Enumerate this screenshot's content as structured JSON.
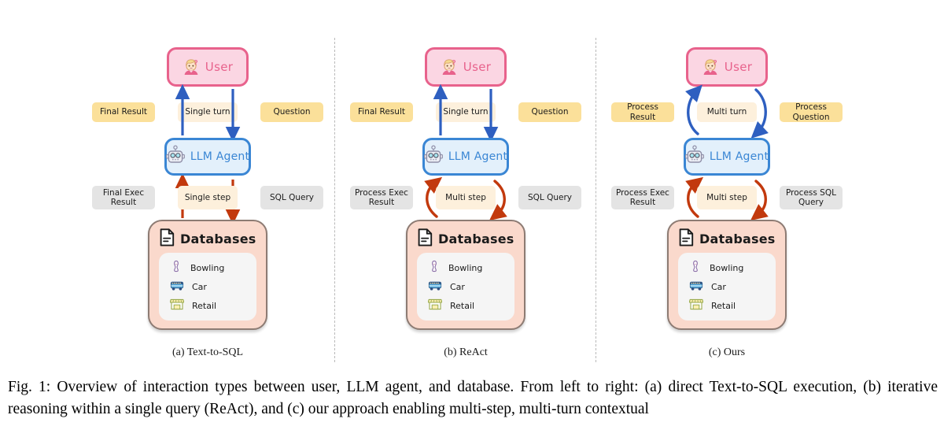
{
  "figure": {
    "caption_prefix": "Fig. 1:",
    "caption_body": "Overview of interaction types between user, LLM agent, and database. From left to right: (a) direct Text-to-SQL execution, (b) iterative reasoning within a single query (ReAct), and (c) our approach enabling multi-step, multi-turn contextual"
  },
  "colors": {
    "user_border": "#e8628c",
    "user_fill": "#fbd6e3",
    "agent_border": "#3a86d4",
    "agent_fill": "#e3f0fb",
    "db_fill": "#fad9cc",
    "db_border": "#8d7b73",
    "chip_yellow": "#fbe09a",
    "chip_cream": "#fdf0dc",
    "chip_gray": "#e4e4e4",
    "arrow_blue": "#2e5fc0",
    "arrow_red": "#c2390d"
  },
  "database": {
    "title": "Databases",
    "items": [
      {
        "label": "Bowling",
        "icon": "bowling-pin-icon"
      },
      {
        "label": "Car",
        "icon": "bus-icon"
      },
      {
        "label": "Retail",
        "icon": "store-icon"
      }
    ]
  },
  "nodes": {
    "user_label": "User",
    "agent_label": "LLM  Agent"
  },
  "panels": [
    {
      "id": "a",
      "caption": "(a) Text-to-SQL",
      "upper": {
        "left_chip": "Final Result",
        "mid_chip": "Single turn",
        "right_chip": "Question",
        "arrow_style": "straight",
        "arrow_color": "blue"
      },
      "lower": {
        "left_chip": "Final Exec Result",
        "mid_chip": "Single step",
        "right_chip": "SQL Query",
        "arrow_style": "straight",
        "arrow_color": "red"
      }
    },
    {
      "id": "b",
      "caption": "(b) ReAct",
      "upper": {
        "left_chip": "Final Result",
        "mid_chip": "Single turn",
        "right_chip": "Question",
        "arrow_style": "straight",
        "arrow_color": "blue"
      },
      "lower": {
        "left_chip": "Process Exec Result",
        "mid_chip": "Multi step",
        "right_chip": "SQL Query",
        "arrow_style": "curved",
        "arrow_color": "red"
      }
    },
    {
      "id": "c",
      "caption": "(c) Ours",
      "upper": {
        "left_chip": "Process Result",
        "mid_chip": "Multi turn",
        "right_chip": "Process Question",
        "arrow_style": "curved",
        "arrow_color": "blue"
      },
      "lower": {
        "left_chip": "Process Exec Result",
        "mid_chip": "Multi step",
        "right_chip": "Process SQL Query",
        "arrow_style": "curved",
        "arrow_color": "red"
      }
    }
  ]
}
